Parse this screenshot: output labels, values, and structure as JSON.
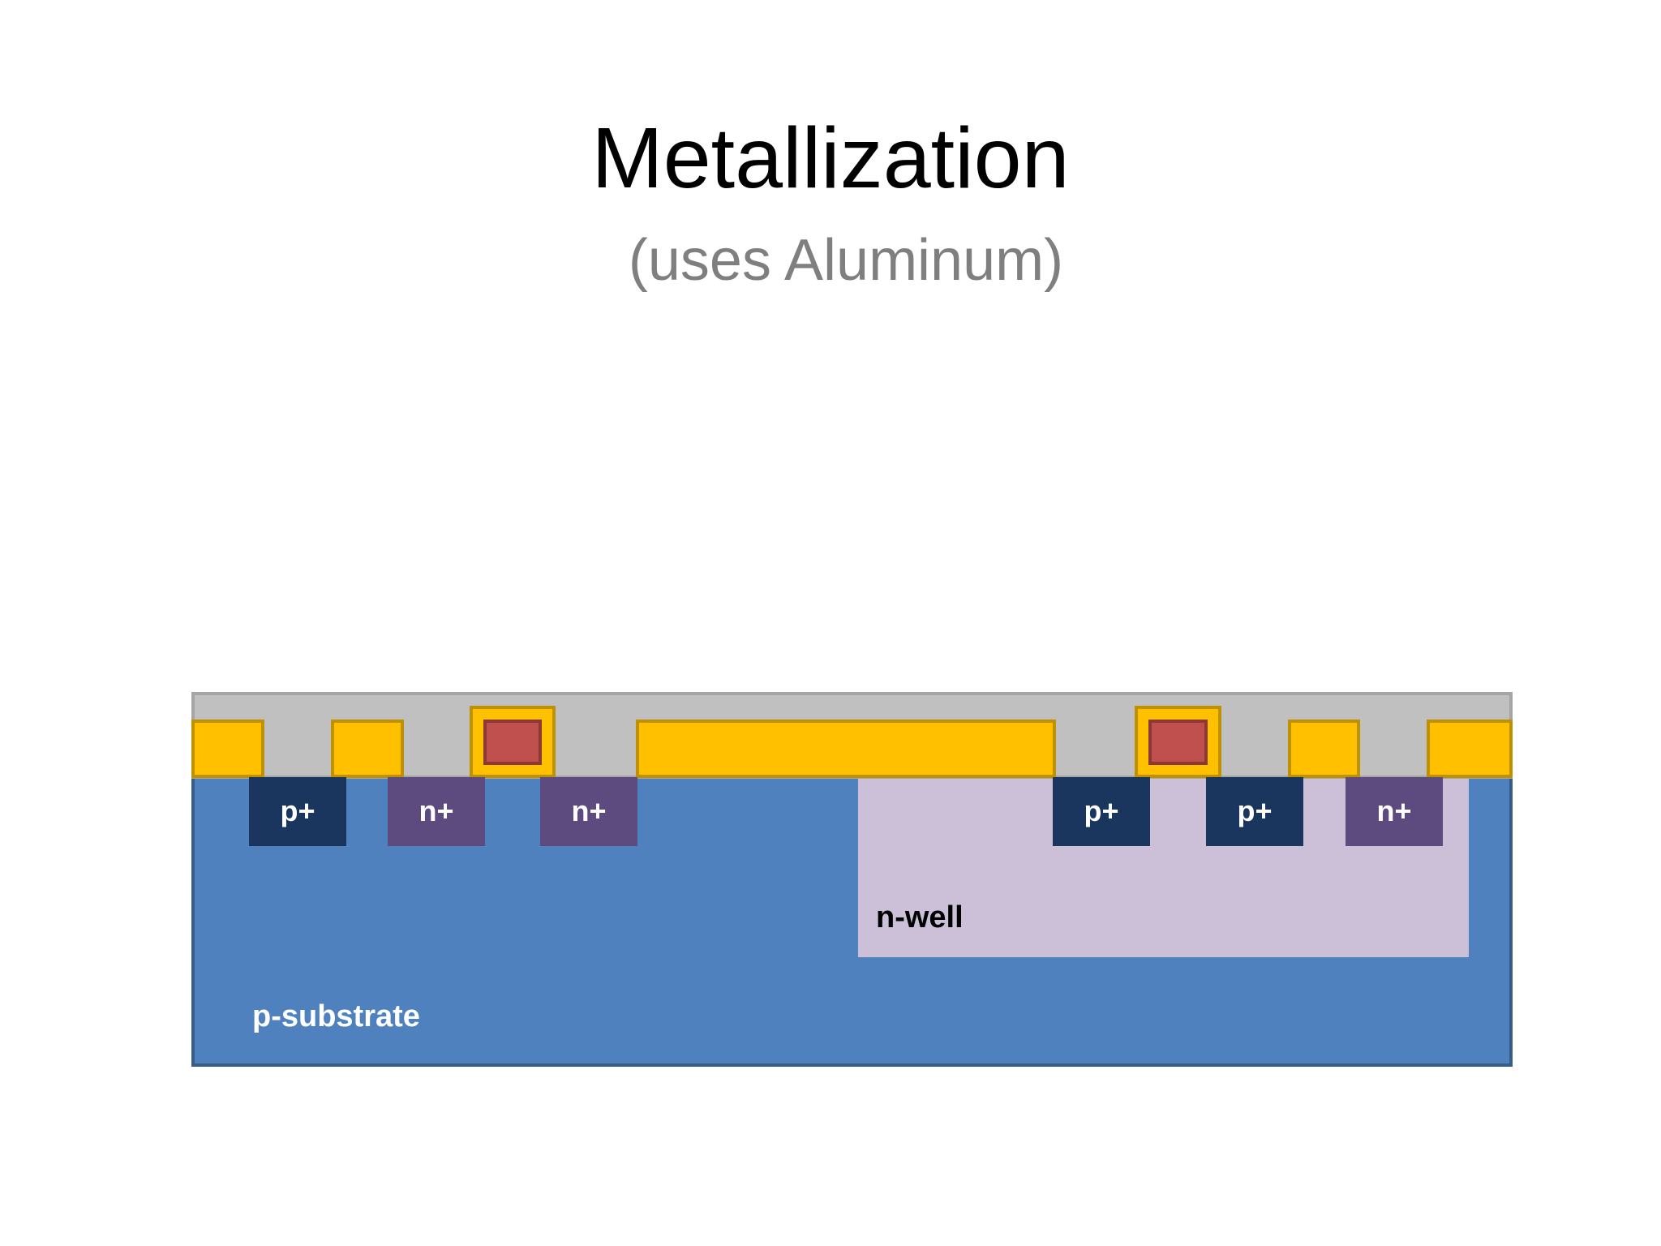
{
  "slide": {
    "title": "Metallization",
    "subtitle": "(uses Aluminum)"
  },
  "diagram": {
    "labels": {
      "substrate": "p-substrate",
      "nwell": "n-well",
      "diff1": "p+",
      "diff2": "n+",
      "diff3": "n+",
      "diff4": "p+",
      "diff5": "p+",
      "diff6": "n+"
    }
  },
  "colors": {
    "substrate": "#5081BF",
    "substrate_border": "#385D8A",
    "nwell": "#CBC0D8",
    "p_plus": "#1B365E",
    "n_plus": "#5D4B7F",
    "metal": "#FFC000",
    "metal_border": "#BF9000",
    "oxide": "#C0C0C0",
    "oxide_border": "#A5A5A5",
    "poly": "#C0504D",
    "poly_border": "#8C3836",
    "subtitle_text": "#7F7F7F",
    "label_light": "#FFFFFF",
    "label_dark": "#000000"
  }
}
